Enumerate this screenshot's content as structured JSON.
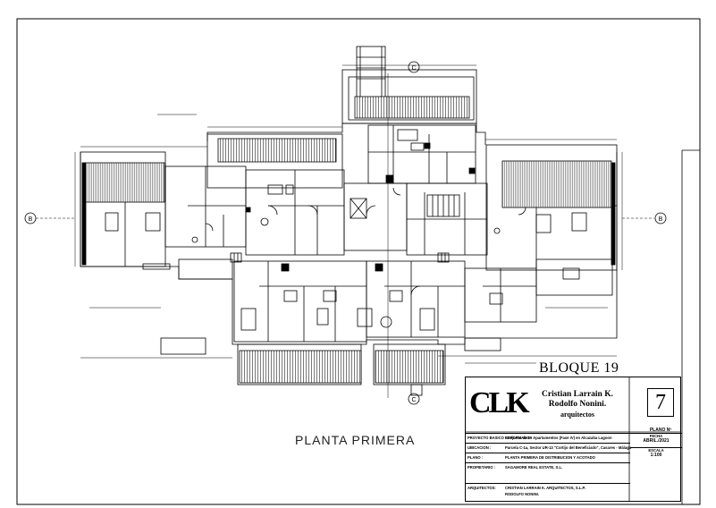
{
  "drawing": {
    "sheet_title": "PLANTA PRIMERA",
    "block_label": "BLOQUE 19",
    "axis_markers": [
      "B",
      "B",
      "C",
      "C"
    ]
  },
  "title_block": {
    "logo_text": "CLK",
    "architect_line1": "Cristian Larrain K.",
    "architect_line2": "Rodolfo Nonini.",
    "architect_line3": "arquitectos",
    "plan_number_label": "PLANO Nº",
    "plan_number": "7",
    "date_label": "FECHA",
    "date": "ABRIL./2021",
    "scale_label": "ESCALA",
    "scale": "1:100",
    "rows": [
      {
        "key": "PROYECTO BASICO REFORMADO",
        "value": "Conjunto de 59 Apartamentos (Fase IV) en Alcazaba Lagoon"
      },
      {
        "key": "UBICACION :",
        "value": "Parcela C-1a, Sector UR-13 \"Cortijo del Beneficiado\", Casares - Málaga"
      },
      {
        "key": "PLANO :",
        "value": "PLANTA PRIMERA DE DISTRIBUCION Y ACOTADO"
      },
      {
        "key": "PROPIETARIO :",
        "value": "SAGAMORE REAL ESTATE, S.L."
      },
      {
        "key": "ARQUITECTOS:",
        "value": "CRISTIAN LARRAIN K. ARQUITECTOS, S.L.P."
      },
      {
        "key": "",
        "value": "RODOLFO NONINI."
      }
    ]
  },
  "colors": {
    "line": "#000000",
    "hatch": "#333333",
    "background": "#ffffff"
  }
}
